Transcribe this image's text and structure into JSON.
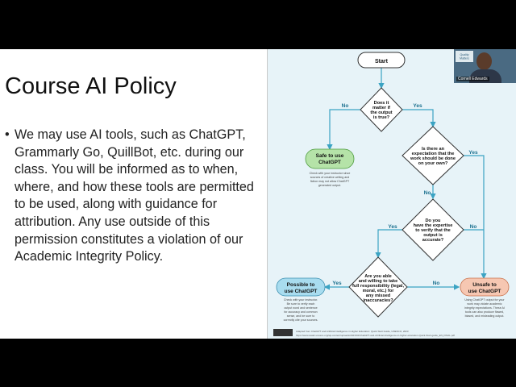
{
  "slide": {
    "title": "Course AI Policy",
    "bullet_symbol": "•",
    "bullet_text": "We may use AI tools, such as ChatGPT, Grammarly Go, QuillBot, etc. during our class. You will be informed as to when, where, and how these tools are permitted to be used, along with guidance for attribution. Any use outside of this permission constitutes a violation of our Academic Integrity Policy."
  },
  "flowchart": {
    "start": "Start",
    "q1": [
      "Does it",
      "matter if",
      "the output",
      "is true?"
    ],
    "q2": [
      "Is there an",
      "expectation that the",
      "work should be done",
      "on your own?"
    ],
    "q3": [
      "Do you",
      "have the expertise",
      "to verify that the",
      "output is",
      "accurate?"
    ],
    "q4": [
      "Are you able",
      "and willing to take",
      "full responsibility (legal,",
      "moral, etc.) for",
      "any missed",
      "inaccuracies?"
    ],
    "yes": "Yes",
    "no": "No",
    "safe": [
      "Safe to use",
      "ChatGPT"
    ],
    "safe_note": [
      "Check with your instructor since",
      "sources of creative writing and",
      "fiction may not allow ChatGPT",
      "generated output."
    ],
    "possible": [
      "Possible to",
      "use ChatGPT"
    ],
    "possible_note": [
      "Check with your instructor.",
      "Be sure to verify each",
      "output word and sentence",
      "for accuracy and common",
      "sense, and be sure to",
      "correctly cite your sources."
    ],
    "unsafe": [
      "Unsafe to",
      "use ChatGPT"
    ],
    "unsafe_note": [
      "Using ChatGPT output for your",
      "work may violate academic",
      "integrity expectations. These AI",
      "tools can also produce flawed,",
      "biased, and misleading output."
    ],
    "credit": [
      "Adapted from ChatGPT and Artificial Intelligence in Higher Education: Quick Start Guide, UNESCO, 2023",
      "https://www.iesalc.unesco.org/wp-content/uploads/2023/04/ChatGPT-and-Artificial-Intelligence-in-higher-education-Quick-Start-guide_EN_FINAL.pdf"
    ]
  },
  "webcam": {
    "participant_name": "Cornell Edwards",
    "panel_text": [
      "Quality",
      "Matters"
    ]
  },
  "colors": {
    "flow_bg": "#e7f3f8",
    "arrow": "#3ba3c3",
    "safe_fill": "#b5e3a8",
    "possible_fill": "#a8dcef",
    "unsafe_fill": "#f6c7b2"
  }
}
